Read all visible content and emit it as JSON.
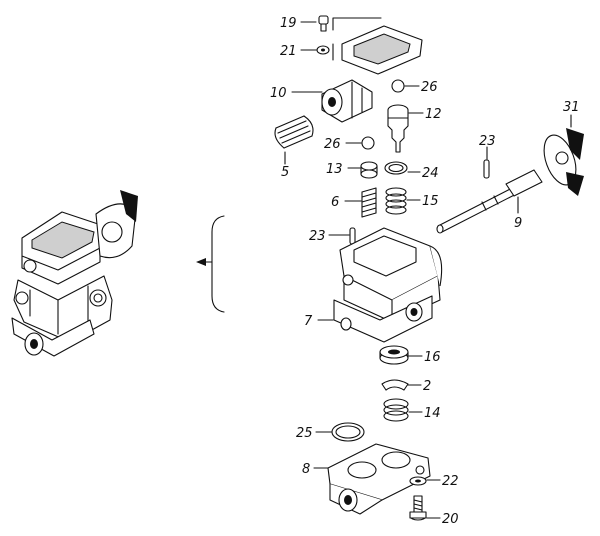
{
  "callouts": {
    "c19": "19",
    "c21": "21",
    "c10": "10",
    "c26a": "26",
    "c12": "12",
    "c31": "31",
    "c5": "5",
    "c26b": "26",
    "c23a": "23",
    "c13": "13",
    "c24": "24",
    "c6": "6",
    "c15": "15",
    "c9": "9",
    "c23b": "23",
    "c7": "7",
    "c16": "16",
    "c2": "2",
    "c14": "14",
    "c25": "25",
    "c8": "8",
    "c22": "22",
    "c20": "20"
  }
}
